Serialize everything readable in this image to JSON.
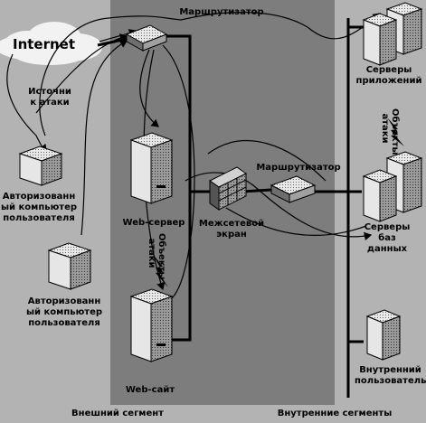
{
  "labels": {
    "internet": "Internet",
    "router_top": "Маршрутизатор",
    "attack_source": "Источни\nк атаки",
    "auth_pc_1": "Авторизованн\nый компьютер\nпользователя",
    "auth_pc_2": "Авторизованн\nый компьютер\nпользователя",
    "web_server": "Web-сервер",
    "attack_objects_left": "Объекты\nатаки",
    "web_site": "Web-сайт",
    "firewall": "Межсетевой\nэкран",
    "router_right": "Маршрутизатор",
    "app_servers": "Серверы\nприложений",
    "attack_objects_right": "Объекты\nатаки",
    "db_servers": "Серверы\nбаз\nданных",
    "internal_user": "Внутренний\nпользователь",
    "external_segment": "Внешний сегмент",
    "internal_segments": "Внутренние сегменты"
  },
  "colors": {
    "background": "#b3b3b3",
    "external_segment": "#7d7d7d",
    "line": "#000000"
  },
  "icons": [
    "cloud-icon",
    "router-icon",
    "computer-icon",
    "server-icon",
    "firewall-icon",
    "lightning-icon"
  ]
}
